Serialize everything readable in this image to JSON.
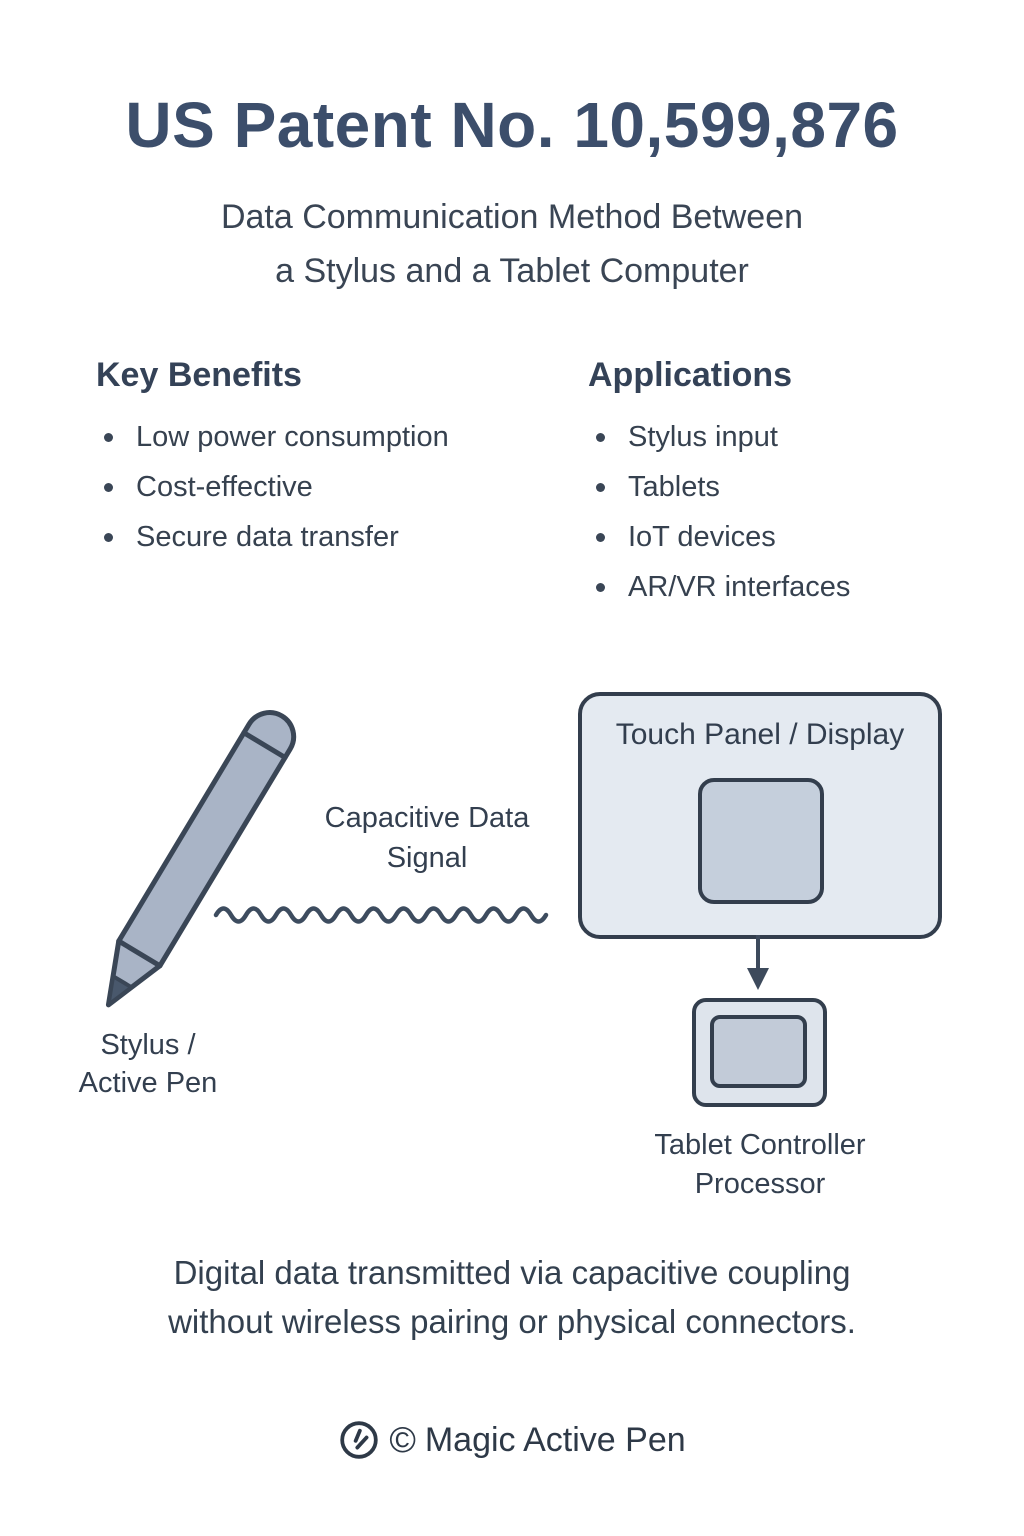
{
  "header": {
    "title": "US Patent No. 10,599,876",
    "subtitle_line1": "Data Communication Method Between",
    "subtitle_line2": "a Stylus and a Tablet Computer"
  },
  "benefits": {
    "heading": "Key Benefits",
    "items": [
      "Low power consumption",
      "Cost-effective",
      "Secure data transfer"
    ]
  },
  "applications": {
    "heading": "Applications",
    "items": [
      "Stylus input",
      "Tablets",
      "IoT devices",
      "AR/VR interfaces"
    ]
  },
  "diagram": {
    "stylus_label_line1": "Stylus /",
    "stylus_label_line2": "Active Pen",
    "signal_label_line1": "Capacitive Data",
    "signal_label_line2": "Signal",
    "panel_label": "Touch Panel / Display",
    "controller_label_line1": "Tablet Controller",
    "controller_label_line2": "Processor"
  },
  "caption": {
    "line1": "Digital data transmitted via capacitive coupling",
    "line2": "without wireless pairing or physical connectors."
  },
  "footer": {
    "copyright_symbol": "©",
    "brand": "Magic Active Pen"
  },
  "icons": {
    "brand_logo": "pen-stroke-circle-icon"
  },
  "colors": {
    "title_ink": "#3c4e6b",
    "body_ink": "#36414f",
    "outline_ink": "#333e4d",
    "panel_fill": "#e4eaf1",
    "panel_inner_fill": "#c5cfdc",
    "controller_fill": "#dee4ec",
    "controller_inner_fill": "#c2cbd8",
    "pen_body_fill": "#a9b4c6",
    "pen_tip_fill": "#49586c",
    "signal_stroke": "#3d4c5f",
    "background": "#ffffff"
  }
}
